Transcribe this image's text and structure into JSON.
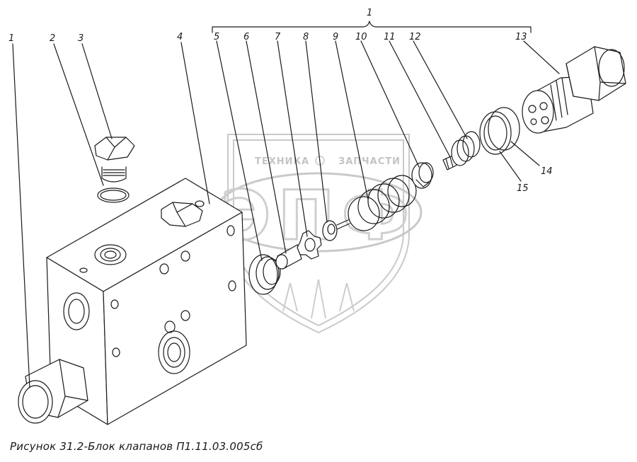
{
  "caption": "Рисунок 31.2-Блок клапанов П1.11.03.005сб",
  "watermark": {
    "text_left": "ТЕХНИКА",
    "text_right": "ЗАПЧАСТИ",
    "logo_letters": "ЭПФ"
  },
  "callouts": {
    "group": "1",
    "n1": "1",
    "n2": "2",
    "n3": "3",
    "n4": "4",
    "n5": "5",
    "n6": "6",
    "n7": "7",
    "n8": "8",
    "n9": "9",
    "n10": "10",
    "n11": "11",
    "n12": "12",
    "n13": "13",
    "n14": "14",
    "n15": "15"
  },
  "colors": {
    "ink": "#1a1a1a",
    "watermark": "#c9c9c9",
    "background": "#ffffff"
  }
}
